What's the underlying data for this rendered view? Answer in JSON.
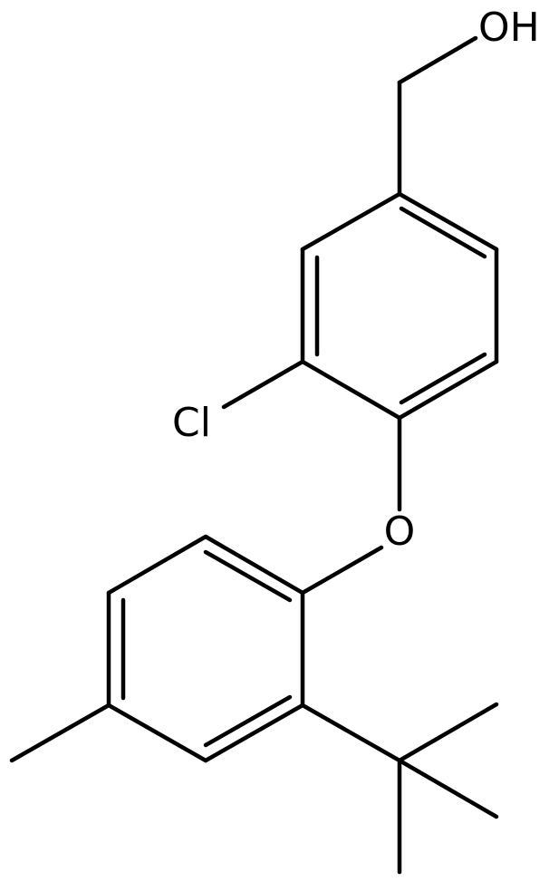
{
  "molecule": {
    "atom_labels": {
      "hydroxyl": "OH",
      "chlorine": "Cl",
      "ether_oxygen": "O"
    },
    "bond_color": "#000000",
    "background_color": "#ffffff"
  }
}
